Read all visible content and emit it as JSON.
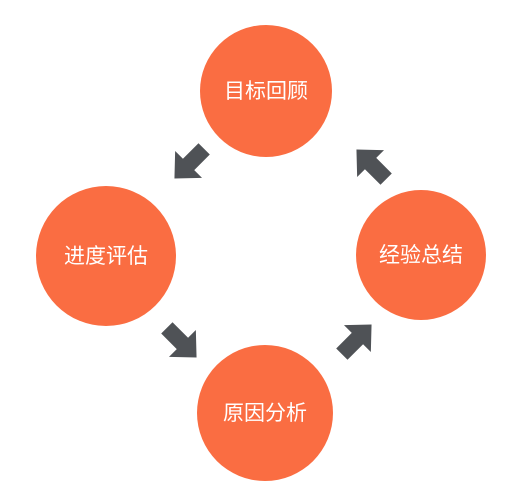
{
  "diagram": {
    "nodes": [
      {
        "id": "goal-review",
        "label": "目标回顾"
      },
      {
        "id": "progress-eval",
        "label": "进度评估"
      },
      {
        "id": "cause-analysis",
        "label": "原因分析"
      },
      {
        "id": "experience-summary",
        "label": "经验总结"
      }
    ],
    "colors": {
      "node_fill": "#fa6d42",
      "node_text": "#ffffff",
      "arrow": "#4f5256"
    },
    "flow": "counter-clockwise"
  }
}
